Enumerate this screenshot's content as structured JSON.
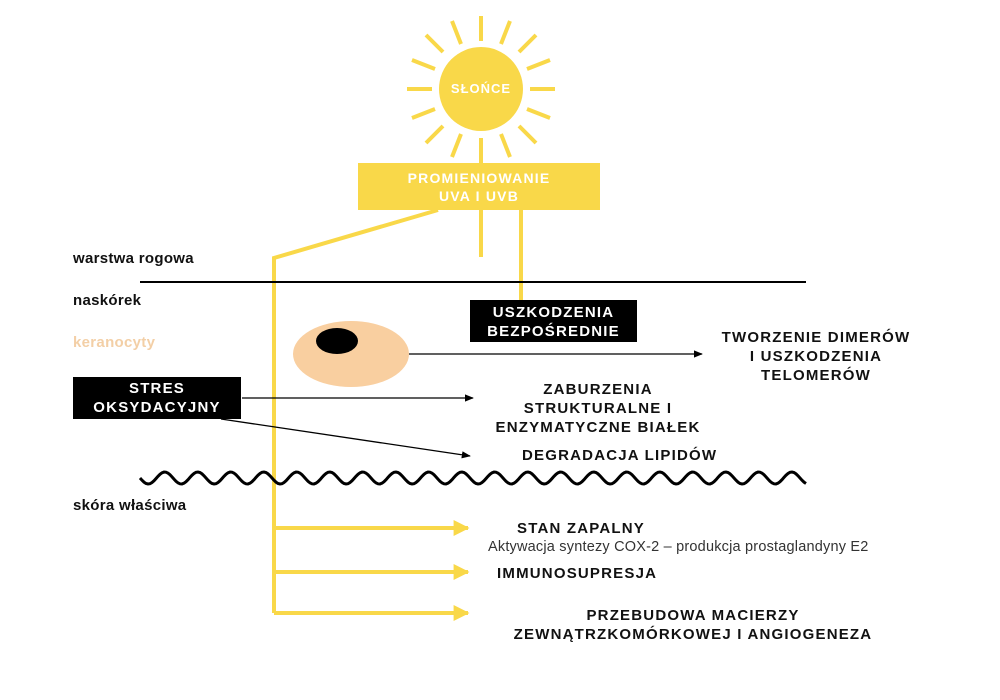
{
  "sun": {
    "label": "SŁOŃCE"
  },
  "radiation": {
    "line1": "PROMIENIOWANIE",
    "line2": "UVA I UVB"
  },
  "layers": {
    "stratum_corneum": "warstwa rogowa",
    "epidermis": "naskórek",
    "keratinocytes": "keranocyty",
    "dermis": "skóra właściwa"
  },
  "direct_damage": {
    "line1": "USZKODZENIA",
    "line2": "BEZPOŚREDNIE"
  },
  "oxidative_stress": {
    "line1": "STRES",
    "line2": "OKSYDACYJNY"
  },
  "effects": {
    "dimers": {
      "line1": "TWORZENIE DIMERÓW",
      "line2": "I USZKODZENIA",
      "line3": "TELOMERÓW"
    },
    "proteins": {
      "line1": "ZABURZENIA",
      "line2": "STRUKTURALNE I",
      "line3": "ENZYMATYCZNE BIAŁEK"
    },
    "lipids": {
      "line1": "DEGRADACJA LIPIDÓW"
    },
    "inflammation": {
      "title": "STAN ZAPALNY",
      "subtitle": "Aktywacja syntezy COX-2 – produkcja prostaglandyny E2"
    },
    "immunosuppression": {
      "title": "IMMUNOSUPRESJA"
    },
    "ecm": {
      "line1": "PRZEBUDOWA MACIERZY",
      "line2": "ZEWNĄTRZKOMÓRKOWEJ I ANGIOGENEZA"
    }
  },
  "colors": {
    "sun_yellow": "#f9d849",
    "cell_peach": "#f9cfa0",
    "keratinocyte_label": "#f3cfa6",
    "line_black": "#000000"
  }
}
